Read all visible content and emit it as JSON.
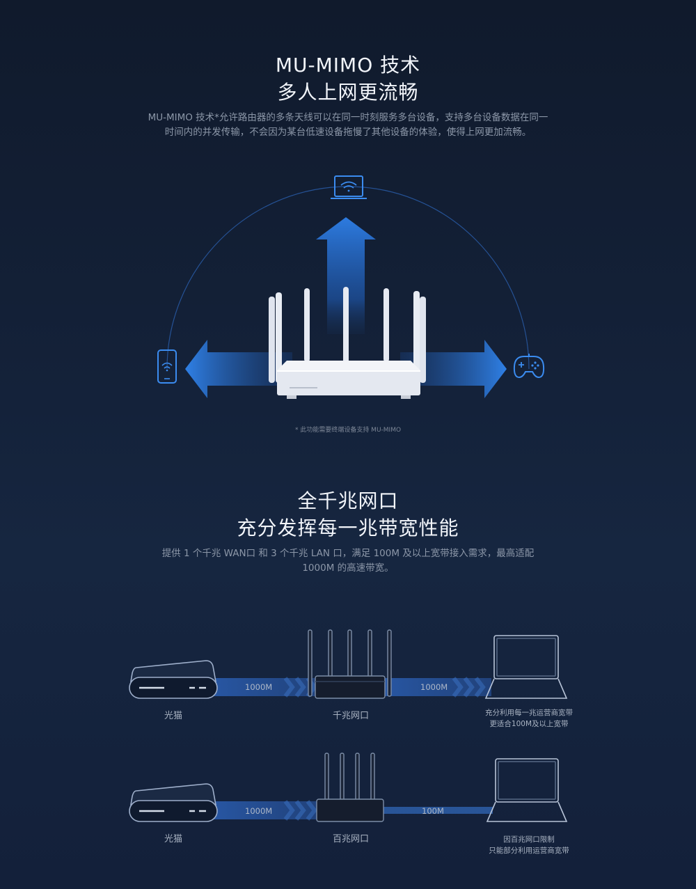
{
  "section1": {
    "title_line1": "MU-MIMO 技术",
    "title_line2": "多人上网更流畅",
    "desc_line1": "MU-MIMO 技术*允许路由器的多条天线可以在同一时刻服务多台设备，支持多台设备数据在同一",
    "desc_line2": "时间内的并发传输，不会因为某台低速设备拖慢了其他设备的体验，使得上网更加流畅。",
    "footnote": "* 此功能需要终端设备支持 MU-MIMO",
    "icons": [
      "laptop-wifi-icon",
      "phone-wifi-icon",
      "gamepad-icon"
    ]
  },
  "section2": {
    "title_line1": "全千兆网口",
    "title_line2": "充分发挥每一兆带宽性能",
    "desc_line1": "提供 1 个千兆 WAN口 和 3 个千兆 LAN 口，满足 100M 及以上宽带接入需求，最高适配",
    "desc_line2": "1000M 的高速带宽。",
    "row1": {
      "modem_label": "光猫",
      "router_label": "千兆网口",
      "band_left": "1000M",
      "band_right": "1000M",
      "result_line1": "充分利用每一兆运营商宽带",
      "result_line2": "更适合100M及以上宽带"
    },
    "row2": {
      "modem_label": "光猫",
      "router_label": "百兆网口",
      "band_left": "1000M",
      "band_right": "100M",
      "result_line1": "因百兆网口限制",
      "result_line2": "只能部分利用运营商宽带"
    }
  },
  "colors": {
    "accent": "#2f7fe0",
    "background": "#121e33"
  }
}
